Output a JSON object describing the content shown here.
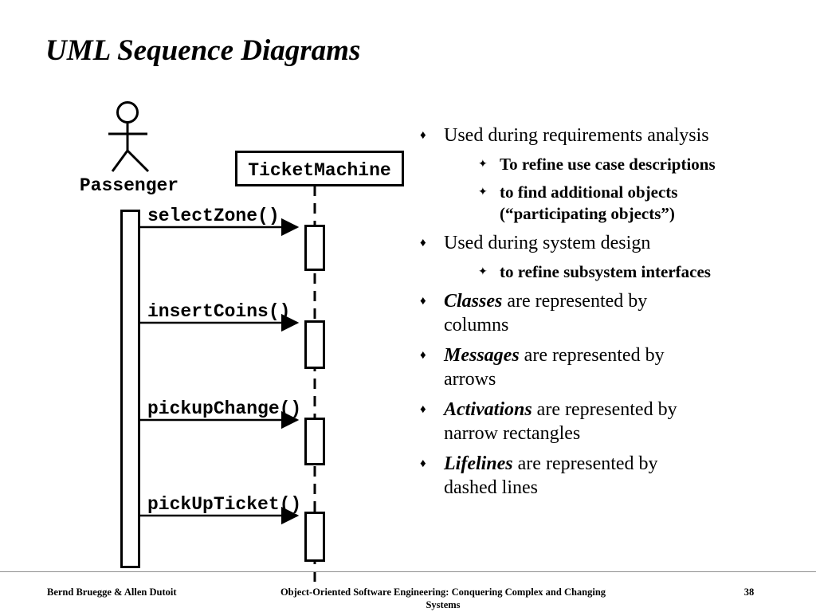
{
  "slide": {
    "title": "UML Sequence Diagrams"
  },
  "diagram": {
    "actor_label": "Passenger",
    "object_label": "TicketMachine",
    "messages": [
      "selectZone()",
      "insertCoins()",
      "pickupChange()",
      "pickUpTicket()"
    ]
  },
  "bullets": {
    "l1_char": "♦",
    "l2_char": "✦",
    "items": [
      {
        "level": 1,
        "text1": "Used during requirements analysis"
      },
      {
        "level": 2,
        "text1": "To refine use case descriptions"
      },
      {
        "level": 2,
        "text1": "to find additional objects",
        "text2": "(“participating objects”)"
      },
      {
        "level": 1,
        "text1": "Used during system design"
      },
      {
        "level": 2,
        "text1": "to refine subsystem interfaces"
      },
      {
        "level": 1,
        "em": "Classes",
        "text1": " are represented by",
        "text2": "columns"
      },
      {
        "level": 1,
        "em": "Messages",
        "text1": " are represented by",
        "text2": "arrows"
      },
      {
        "level": 1,
        "em": "Activations",
        "text1": " are represented by",
        "text2": "narrow rectangles"
      },
      {
        "level": 1,
        "em": "Lifelines",
        "text1": " are represented by",
        "text2": "dashed lines"
      }
    ]
  },
  "footer": {
    "authors": "Bernd Bruegge & Allen Dutoit",
    "book": "Object-Oriented Software Engineering: Conquering Complex and Changing Systems",
    "page": "38"
  }
}
